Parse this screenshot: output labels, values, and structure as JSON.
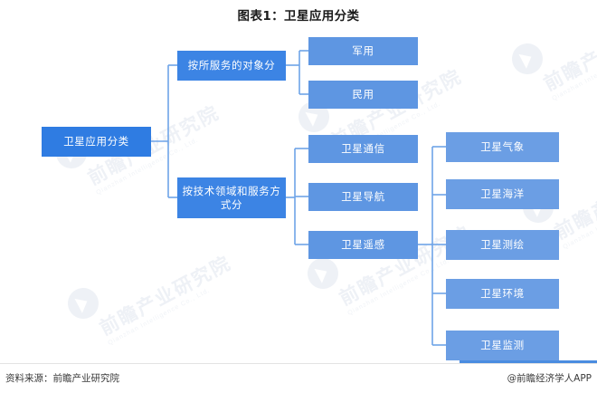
{
  "title": "图表1：卫星应用分类",
  "footer": {
    "source": "资料来源：前瞻产业研究院",
    "credit": "@前瞻经济学人APP"
  },
  "watermark": {
    "text": "前瞻产业研究院",
    "subtext": "Qianzhan Intelligence Co., Ltd.",
    "logo_name": "qianzhan-logo"
  },
  "colors": {
    "level0": "#2f7ce2",
    "level1": "#3c84e4",
    "level2": "#5e96e2",
    "level3": "#6b9ee4",
    "connector": "#6ea4e8",
    "accent": "#4a8ce0"
  },
  "diagram": {
    "type": "tree",
    "root": {
      "id": "root",
      "label": "卫星应用分类",
      "level": 0
    },
    "level1": [
      {
        "id": "by-service-object",
        "label": "按所服务的对象分",
        "level": 1
      },
      {
        "id": "by-tech-and-service-mode",
        "label": "按技术领域和服务方式分",
        "level": 1
      }
    ],
    "level2": [
      {
        "id": "military",
        "label": "军用",
        "level": 2,
        "parent": "by-service-object"
      },
      {
        "id": "civil",
        "label": "民用",
        "level": 2,
        "parent": "by-service-object"
      },
      {
        "id": "sat-comm",
        "label": "卫星通信",
        "level": 2,
        "parent": "by-tech-and-service-mode"
      },
      {
        "id": "sat-nav",
        "label": "卫星导航",
        "level": 2,
        "parent": "by-tech-and-service-mode"
      },
      {
        "id": "sat-remote-sensing",
        "label": "卫星遥感",
        "level": 2,
        "parent": "by-tech-and-service-mode"
      }
    ],
    "level3": [
      {
        "id": "sat-meteorology",
        "label": "卫星气象",
        "level": 3,
        "parent": "sat-remote-sensing"
      },
      {
        "id": "sat-ocean",
        "label": "卫星海洋",
        "level": 3,
        "parent": "sat-remote-sensing"
      },
      {
        "id": "sat-mapping",
        "label": "卫星测绘",
        "level": 3,
        "parent": "sat-remote-sensing"
      },
      {
        "id": "sat-environment",
        "label": "卫星环境",
        "level": 3,
        "parent": "sat-remote-sensing"
      },
      {
        "id": "sat-monitoring",
        "label": "卫星监测",
        "level": 3,
        "parent": "sat-remote-sensing"
      }
    ]
  }
}
